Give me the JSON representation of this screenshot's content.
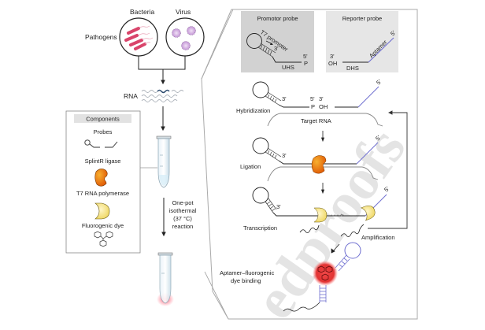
{
  "left_panel": {
    "pathogens_label": "Pathogens",
    "bacteria_label": "Bacteria",
    "virus_label": "Virus",
    "rna_label": "RNA",
    "components": {
      "title": "Components",
      "items": [
        {
          "label": "Probes",
          "icon": "probes-icon"
        },
        {
          "label": "SplintR ligase",
          "icon": "ligase-icon"
        },
        {
          "label": "T7 RNA polymerase",
          "icon": "polymerase-icon"
        },
        {
          "label": "Fluorogenic dye",
          "icon": "dye-icon"
        }
      ]
    },
    "reaction_lines": [
      "One-pot",
      "isothermal",
      "(37 °C)",
      "reaction"
    ]
  },
  "right_panel": {
    "promotor_probe": {
      "title": "Promotor probe",
      "t7_label": "T7 promoter",
      "three_prime": "3'",
      "five_prime": "5'",
      "p_label": "P",
      "region": "UHS"
    },
    "reporter_probe": {
      "title": "Reporter probe",
      "three_prime": "3'",
      "oh_label": "OH",
      "region": "DHS",
      "aptamer_label": "Aptamer",
      "five_prime": "5'"
    },
    "steps": {
      "hybridization": "Hybridization",
      "target_rna": "Target RNA",
      "ligation": "Ligation",
      "transcription": "Transcription",
      "amplification": "Amplification",
      "binding_line1": "Aptamer–fluorogenic",
      "binding_line2": "dye binding"
    },
    "junction": {
      "five": "5'",
      "three": "3'",
      "p": "P",
      "oh": "OH"
    }
  },
  "watermark": "edproofs",
  "colors": {
    "bacteria": "#d9446a",
    "virus": "#c9a0d8",
    "aptamer": "#6f6fd0",
    "ligase": "#f07b10",
    "polymerase": "#f4e27a",
    "glow": "#e02a2a",
    "probe_box_dark": "#d2d2d2",
    "probe_box_light": "#e6e6e6"
  }
}
